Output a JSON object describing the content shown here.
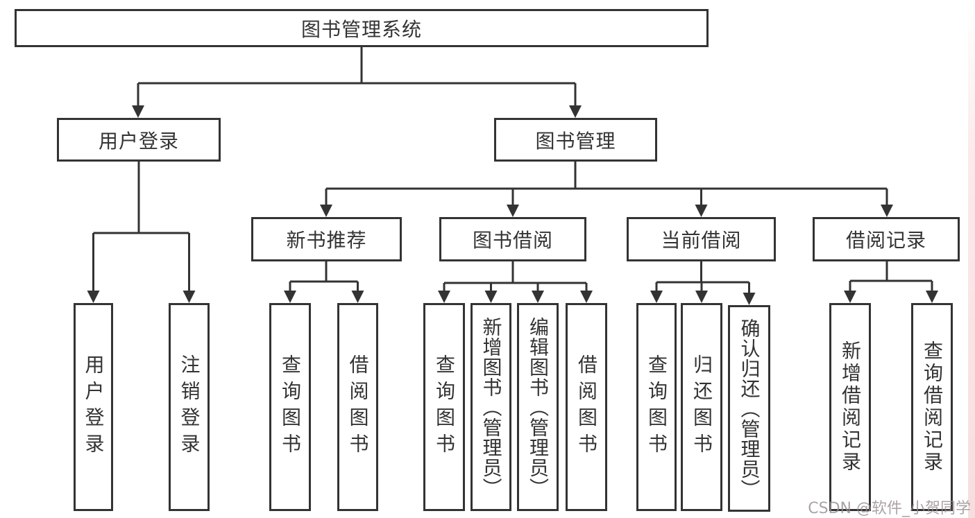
{
  "tree": {
    "root": {
      "label": "图书管理系统"
    },
    "branches": [
      {
        "label": "用户登录",
        "children": [
          {
            "label": "用户登录"
          },
          {
            "label": "注销登录"
          }
        ]
      },
      {
        "label": "图书管理",
        "children": [
          {
            "label": "新书推荐",
            "children": [
              {
                "label": "查询图书"
              },
              {
                "label": "借阅图书"
              }
            ]
          },
          {
            "label": "图书借阅",
            "children": [
              {
                "label": "查询图书"
              },
              {
                "label": "新增图书（管理员）"
              },
              {
                "label": "编辑图书（管理员）"
              },
              {
                "label": "借阅图书"
              }
            ]
          },
          {
            "label": "当前借阅",
            "children": [
              {
                "label": "查询图书"
              },
              {
                "label": "归还图书"
              },
              {
                "label": "确认归还（管理员）"
              }
            ]
          },
          {
            "label": "借阅记录",
            "children": [
              {
                "label": "新增借阅记录"
              },
              {
                "label": "查询借阅记录"
              }
            ]
          }
        ]
      }
    ]
  },
  "watermark": {
    "text": "CSDN @软件_小贺同学"
  },
  "colors": {
    "line": "#333333",
    "box_border": "#333333",
    "text": "#333333",
    "background": "#ffffff",
    "right_strip": "#f7dede",
    "watermark": "#968c8c"
  }
}
